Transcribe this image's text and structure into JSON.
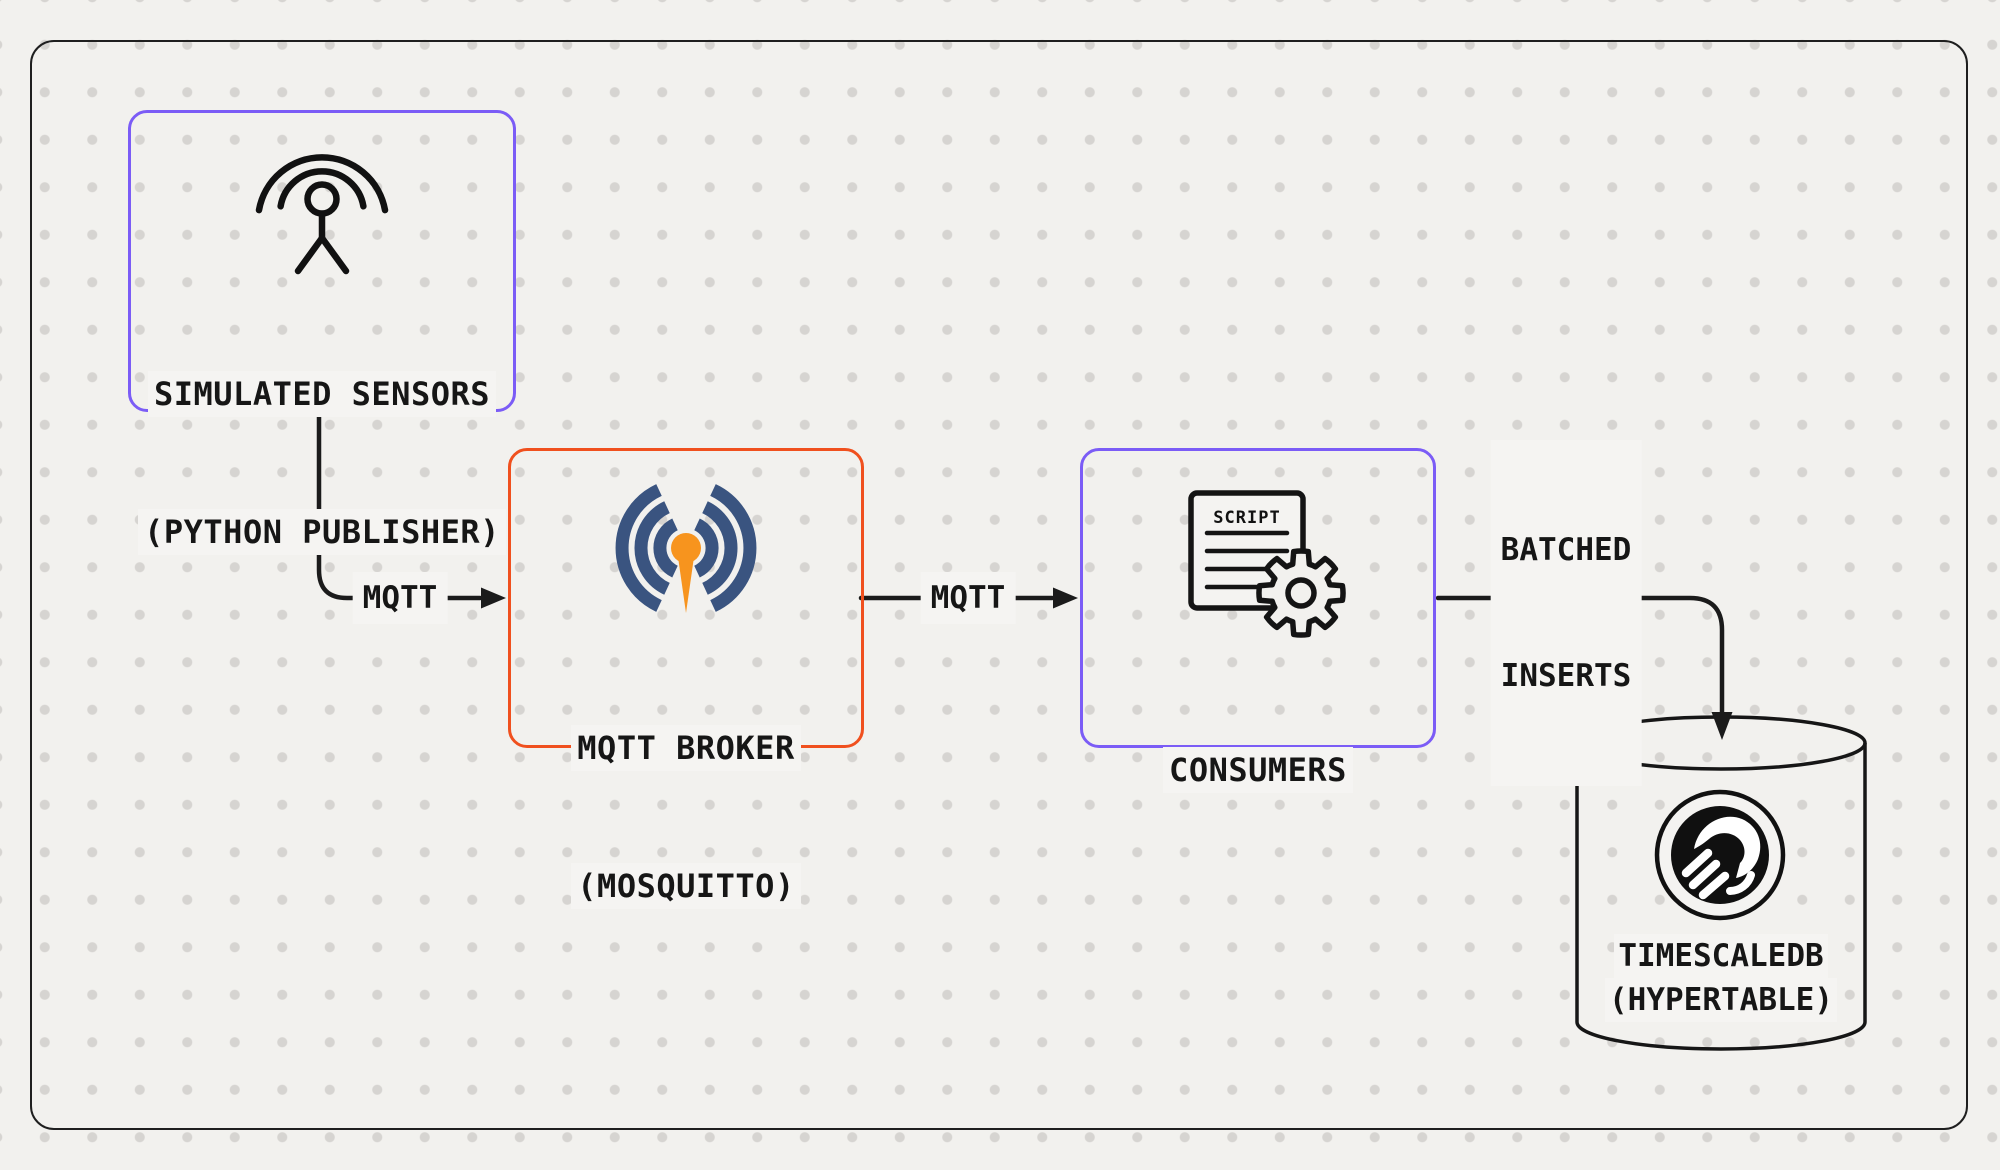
{
  "diagram": {
    "nodes": {
      "sensors": {
        "line1": "SIMULATED SENSORS",
        "line2": "(PYTHON PUBLISHER)",
        "border_color": "#7b5cf6",
        "icon": "broadcast-person-icon"
      },
      "broker": {
        "line1": "MQTT BROKER",
        "line2": "(MOSQUITTO)",
        "border_color": "#f0501e",
        "icon": "mosquitto-logo-icon"
      },
      "consumers": {
        "line1": "CONSUMERS",
        "doc_label": "SCRIPT",
        "border_color": "#7b5cf6",
        "icon": "script-document-gear-icon"
      },
      "database": {
        "line1": "TIMESCALEDB",
        "line2": "(HYPERTABLE)",
        "shape": "cylinder",
        "icon": "timescaledb-logo-icon"
      }
    },
    "edges": {
      "sensors_to_broker": {
        "label": "MQTT"
      },
      "broker_to_consumers": {
        "label": "MQTT"
      },
      "consumers_to_database": {
        "label_line1": "BATCHED",
        "label_line2": "INSERTS"
      }
    },
    "colors": {
      "background": "#f2f1ee",
      "dot_grid": "#d6d4d1",
      "ink": "#161616",
      "accent_purple": "#7b5cf6",
      "accent_orange": "#f0501e",
      "mosquitto_navy": "#3a5480",
      "mosquitto_orange": "#f7941e"
    }
  }
}
